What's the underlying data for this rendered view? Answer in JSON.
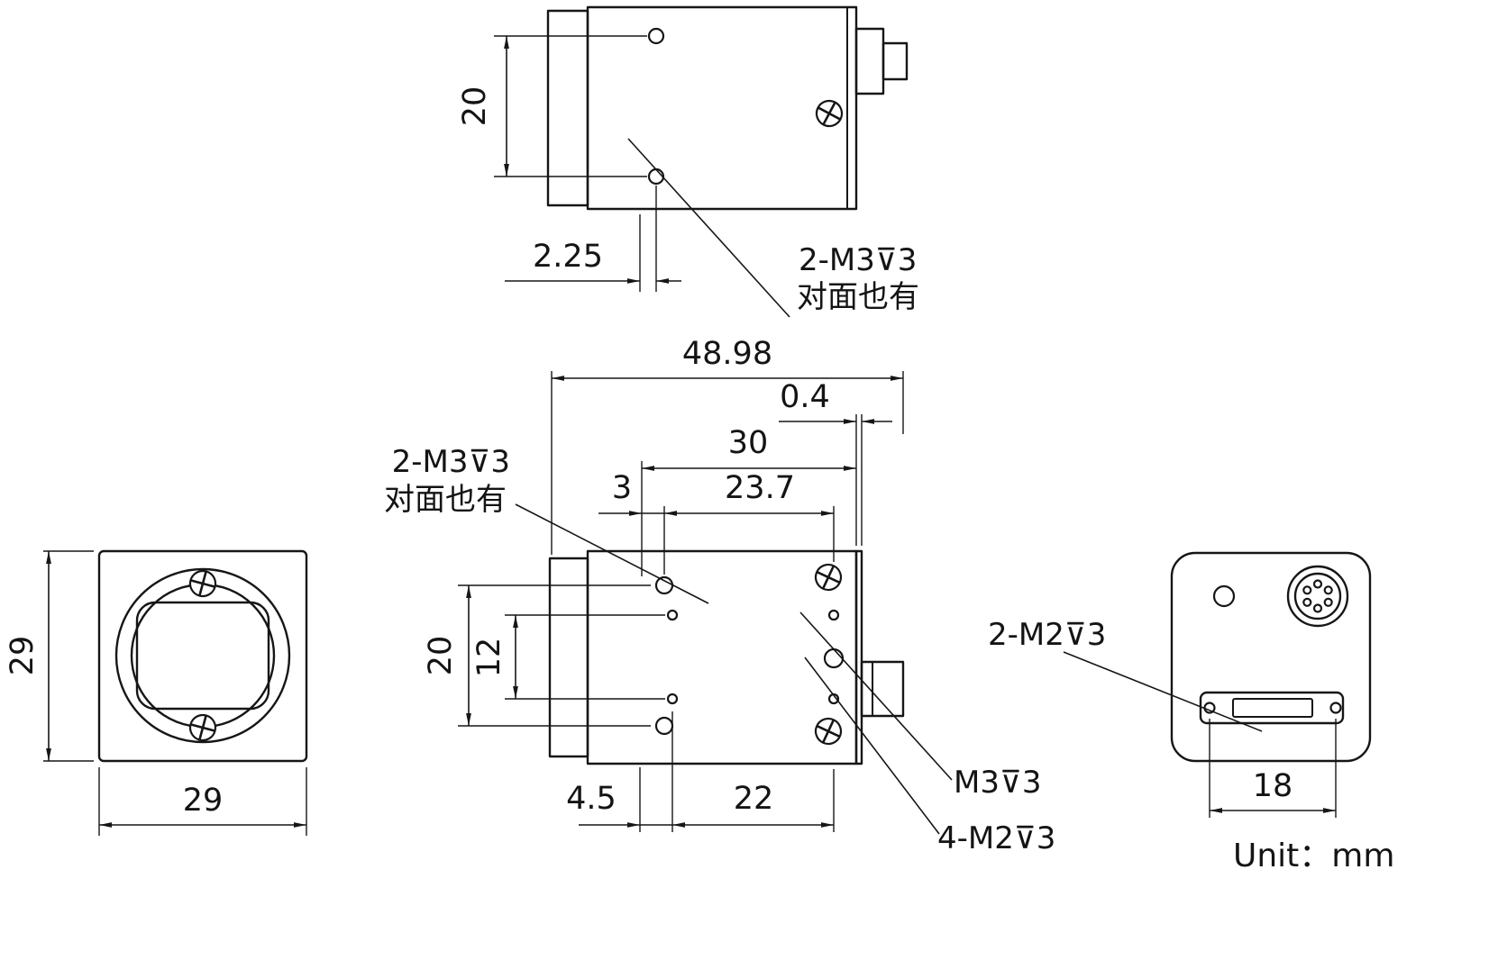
{
  "drawing": {
    "unit_label": "Unit：mm",
    "top_view": {
      "dim_hole_spacing": "20",
      "dim_hole_offset": "2.25",
      "thread_note_line1": "2-M3⊽3",
      "thread_note_line2": "对面也有"
    },
    "front_view": {
      "dim_height": "29",
      "dim_width": "29"
    },
    "side_view": {
      "dim_total_length": "48.98",
      "dim_plate_thickness": "0.4",
      "dim_body_length": "30",
      "dim_hole_span": "23.7",
      "dim_front_offset": "3",
      "dim_hole_spacing_v": "20",
      "dim_small_hole_spacing_v": "12",
      "dim_bottom_offset": "4.5",
      "dim_bottom_span": "22",
      "thread_note_line1": "2-M3⊽3",
      "thread_note_line2": "对面也有",
      "thread_note_m3": "M3⊽3",
      "thread_note_m2": "4-M2⊽3"
    },
    "back_view": {
      "dim_connector_span": "18",
      "thread_note_m2": "2-M2⊽3"
    }
  }
}
